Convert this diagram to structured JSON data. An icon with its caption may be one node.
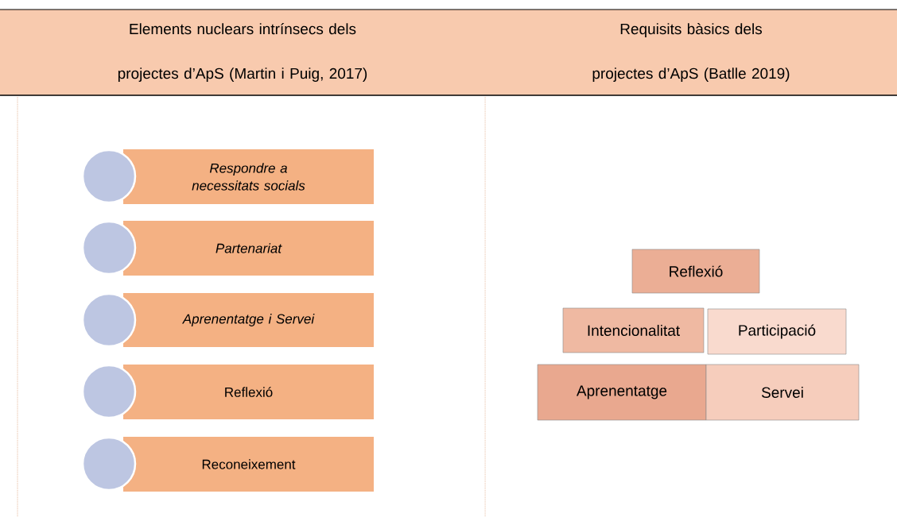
{
  "diagram": {
    "nodes": [
      {
        "text": [
          "Elements nuclears intrínsecs dels projectes d’ApS (Martin i Puig, 2017)"
        ]
      },
      {
        "text": [
          "Requisits bàsics dels projectes d’ApS (Batlle 2019)"
        ]
      },
      {
        "text": [],
        "shape": "circle"
      },
      {
        "text": [
          "Respondre a necessitats socials"
        ]
      },
      {
        "text": [],
        "shape": "circle"
      },
      {
        "text": [
          "Partenariat"
        ]
      },
      {
        "text": [],
        "shape": "circle"
      },
      {
        "text": [
          "Aprenentatge i Servei"
        ]
      },
      {
        "text": [],
        "shape": "circle"
      },
      {
        "text": [
          "Reflexió"
        ]
      },
      {
        "text": [],
        "shape": "circle"
      },
      {
        "text": [
          "Reconeixement"
        ]
      },
      {
        "text": [
          "Reflexió"
        ]
      },
      {
        "text": [
          "Intencionalitat"
        ]
      },
      {
        "text": [
          "Participació"
        ]
      },
      {
        "text": [
          "Aprenentatge"
        ]
      },
      {
        "text": [
          "Servei"
        ]
      }
    ]
  }
}
